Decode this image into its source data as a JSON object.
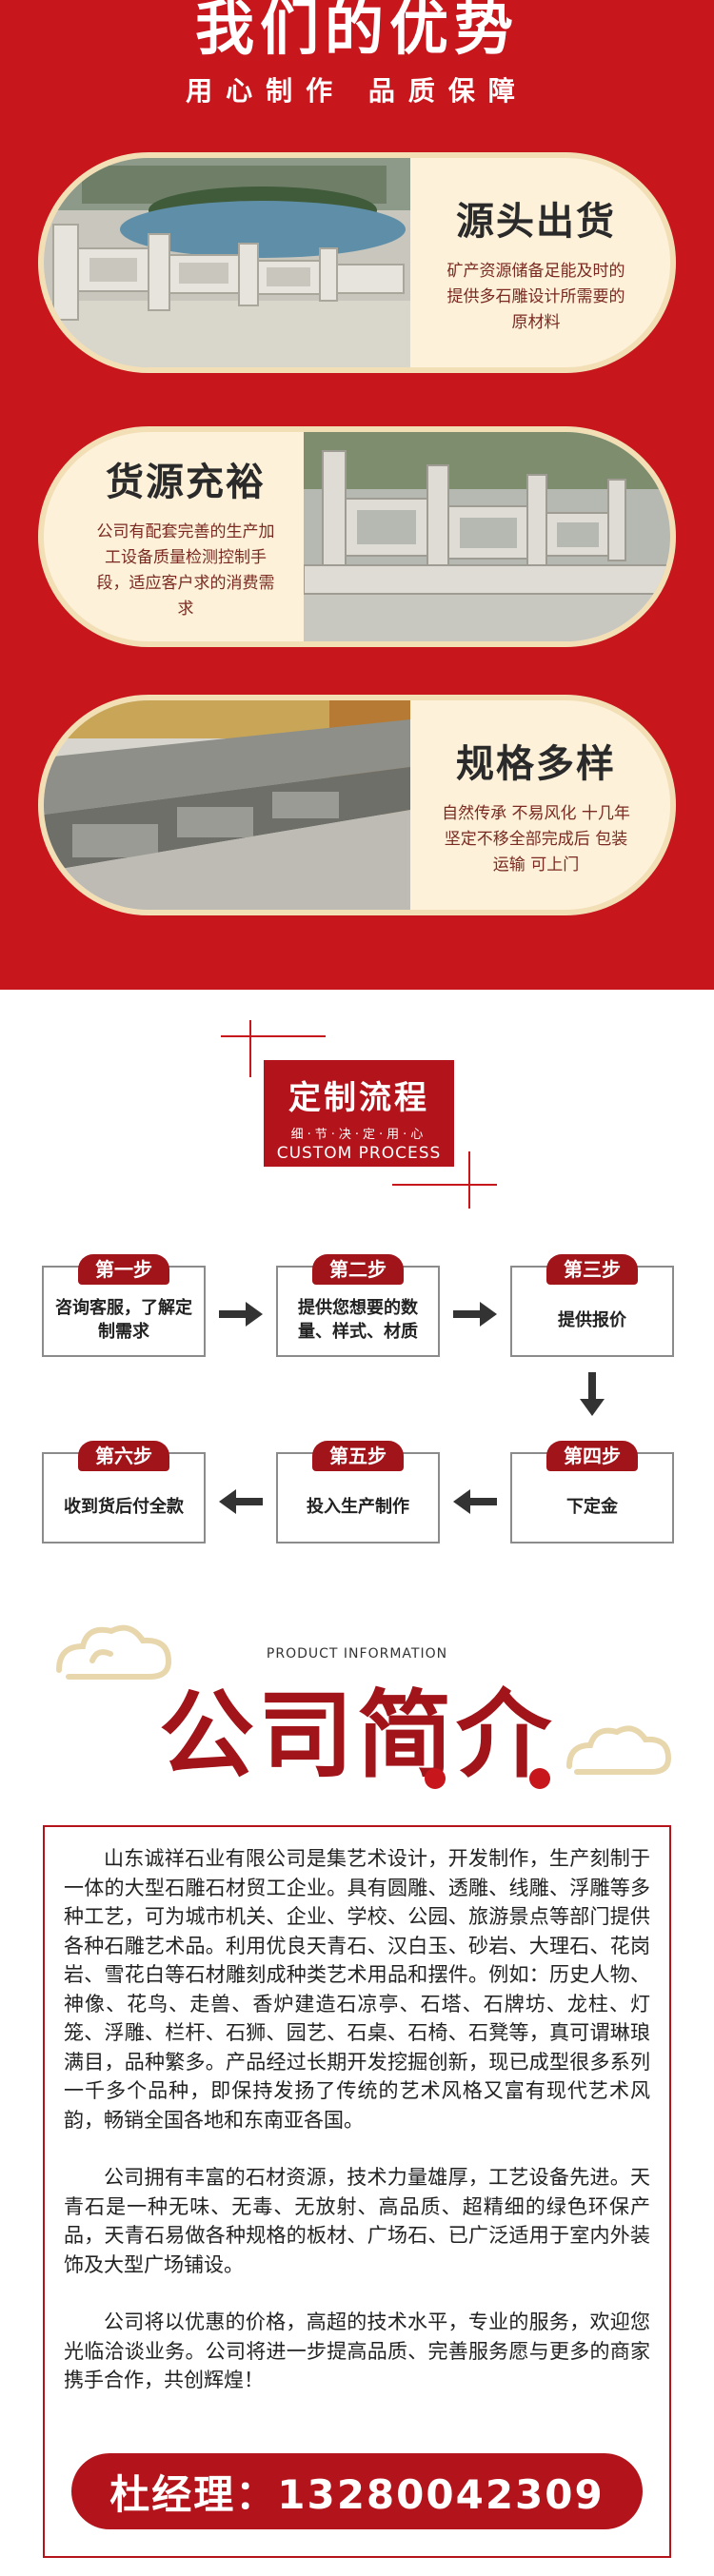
{
  "advantages": {
    "title": "我们的优势",
    "subtitle": "用心制作 品质保障",
    "cards": [
      {
        "heading": "源头出货",
        "desc": "矿产资源储备足能及时的提供多石雕设计所需要的原材料"
      },
      {
        "heading": "货源充裕",
        "desc": "公司有配套完善的生产加工设备质量检测控制手段，适应客户求的消费需求"
      },
      {
        "heading": "规格多样",
        "desc": "自然传承 不易风化 十几年坚定不移全部完成后 包装运输 可上门"
      }
    ]
  },
  "process": {
    "title": "定制流程",
    "subtitle": "细·节·决·定·用·心",
    "subtitle_en": "CUSTOM PROCESS",
    "steps": [
      {
        "tag": "第一步",
        "text": "咨询客服，了解定制需求"
      },
      {
        "tag": "第二步",
        "text": "提供您想要的数量、样式、材质"
      },
      {
        "tag": "第三步",
        "text": "提供报价"
      },
      {
        "tag": "第四步",
        "text": "下定金"
      },
      {
        "tag": "第五步",
        "text": "投入生产制作"
      },
      {
        "tag": "第六步",
        "text": "收到货后付全款"
      }
    ]
  },
  "intro": {
    "label_en": "PRODUCT INFORMATION",
    "title": "公司简介",
    "paragraphs": [
      "山东诚祥石业有限公司是集艺术设计，开发制作，生产刻制于一体的大型石雕石材贸工企业。具有圆雕、透雕、线雕、浮雕等多种工艺，可为城市机关、企业、学校、公园、旅游景点等部门提供各种石雕艺术品。利用优良天青石、汉白玉、砂岩、大理石、花岗岩、雪花白等石材雕刻成种类艺术用品和摆件。例如：历史人物、神像、花鸟、走兽、香炉建造石凉亭、石塔、石牌坊、龙柱、灯笼、浮雕、栏杆、石狮、园艺、石桌、石椅、石凳等，真可谓琳琅满目，品种繁多。产品经过长期开发挖掘创新，现已成型很多系列一千多个品种，即保持发扬了传统的艺术风格又富有现代艺术风韵，畅销全国各地和东南亚各国。",
      "公司拥有丰富的石材资源，技术力量雄厚，工艺设备先进。天青石是一种无味、无毒、无放射、高品质、超精细的绿色环保产品，天青石易做各种规格的板材、广场石、已广泛适用于室内外装饰及大型广场铺设。",
      "公司将以优惠的价格，高超的技术水平，专业的服务，欢迎您光临洽谈业务。公司将进一步提高品质、完善服务愿与更多的商家携手合作，共创辉煌！"
    ],
    "contact": "杜经理：13280042309"
  },
  "colors": {
    "brand_red": "#c8161d",
    "cream": "#fdf1da",
    "dark_red": "#a0141a"
  }
}
